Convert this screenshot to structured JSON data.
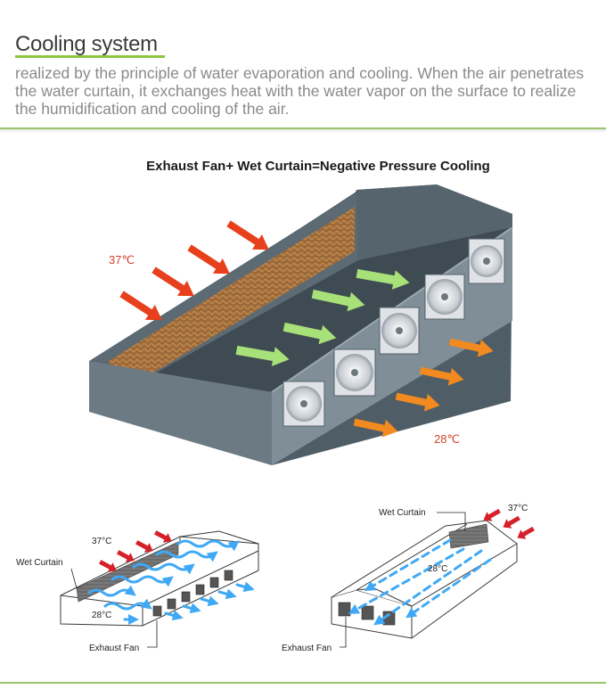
{
  "header": {
    "title": "Cooling system",
    "description": "realized by the principle of water evaporation and cooling. When the air penetrates the water curtain, it exchanges heat with the water vapor on the surface to realize the humidification and cooling of the air."
  },
  "main_diagram": {
    "caption": "Exhaust Fan+ Wet Curtain=Negative Pressure Cooling",
    "temp_in": "37℃",
    "temp_out": "28℃"
  },
  "left_diagram": {
    "wet_curtain_label": "Wet Curtain",
    "exhaust_fan_label": "Exhaust Fan",
    "temp_in": "37°C",
    "temp_out": "28°C"
  },
  "right_diagram": {
    "wet_curtain_label": "Wet Curtain",
    "exhaust_fan_label": "Exhaust Fan",
    "temp_in": "37°C",
    "temp_out": "28°C"
  },
  "colors": {
    "accent_green": "#8cc63f",
    "hot_arrow": "#e8401c",
    "warm_arrow": "#f28a1f",
    "cool_arrow": "#a8e07a",
    "blue_flow": "#3fa9f5",
    "curtain_red": "#d7202a"
  }
}
